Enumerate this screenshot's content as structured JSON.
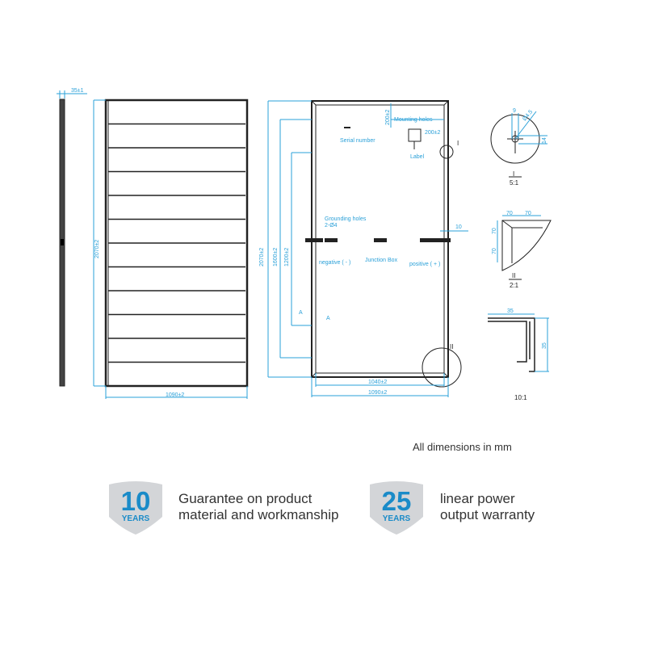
{
  "drawing": {
    "side_thickness": "35±1",
    "front_height": "2070±2",
    "front_width": "1090±2",
    "back_height": "2070±2",
    "mount_span": "1600±2",
    "mount_span_inner": "1200±2",
    "mounting_holes": "Mounting holes",
    "mounting_hole_offset_v": "200±2",
    "mounting_hole_offset_h": "200±2",
    "serial_number": "Serial number",
    "label": "Label",
    "grounding_holes": "Grounding holes",
    "grounding_holes_size": "2-Ø4",
    "negative": "negative ( - )",
    "junction_box": "Junction Box",
    "positive": "positive ( + )",
    "cable_offset": "10",
    "inner_width": "1040±2",
    "back_width": "1090±2",
    "detail_I": "I",
    "detail_II": "II",
    "section_mark": "A",
    "detail_I_scale": "5:1",
    "detail_I_dim_a": "9",
    "detail_I_dim_b": "Ø4.5",
    "detail_I_dim_c": "14",
    "detail_II_scale": "2:1",
    "detail_II_dim": "70",
    "section_width": "35",
    "section_height": "35",
    "section_scale": "10:1"
  },
  "units_note": "All dimensions in mm",
  "badges": [
    {
      "number": "10",
      "unit": "YEARS",
      "line1": "Guarantee on product",
      "line2": "material and workmanship"
    },
    {
      "number": "25",
      "unit": "YEARS",
      "line1": "linear power",
      "line2": "output warranty"
    }
  ],
  "colors": {
    "dimension": "#2aa0d8",
    "badge_shield": "#d3d5d8",
    "badge_number": "#1a8bc8"
  }
}
